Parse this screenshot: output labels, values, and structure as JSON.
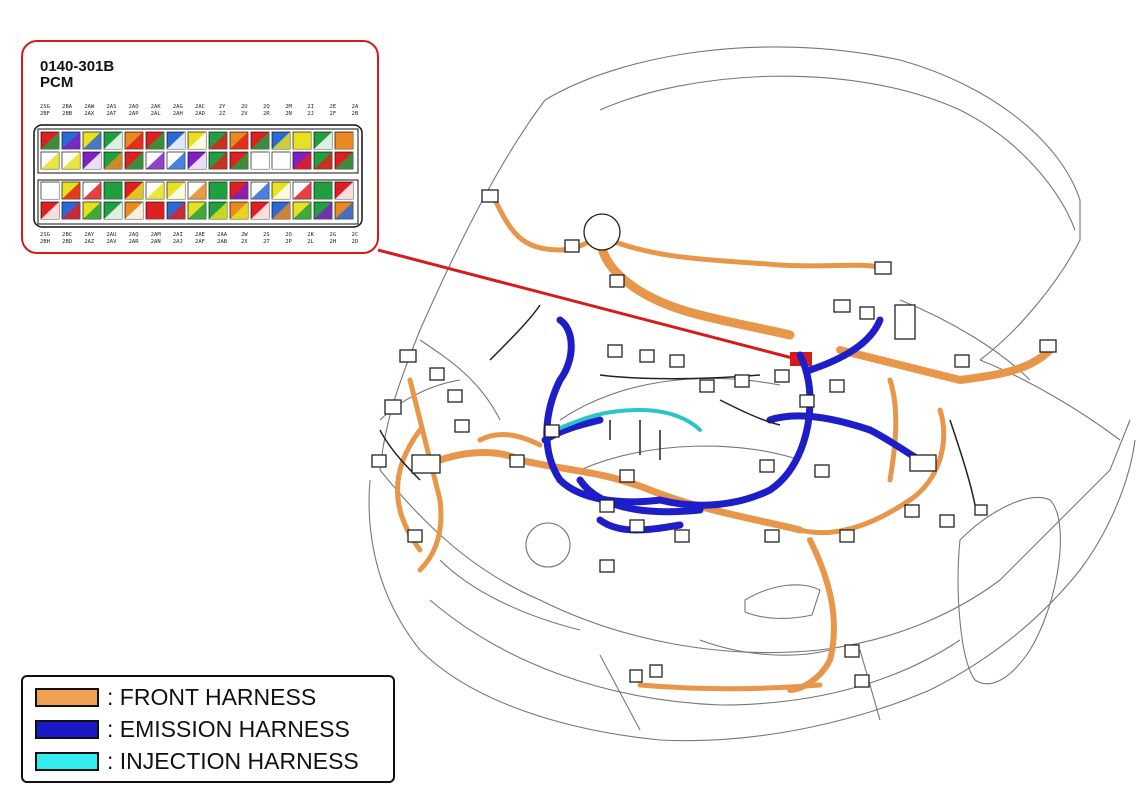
{
  "callout": {
    "code": "0140-301B",
    "name": "PCM",
    "top_pins": [
      "2SG",
      "2BA",
      "2AW",
      "2AS",
      "2AO",
      "2AK",
      "2AG",
      "2AC",
      "2Y",
      "2U",
      "2Q",
      "2M",
      "2I",
      "2E",
      "2A"
    ],
    "top_pins2": [
      "2BF",
      "2BB",
      "2AX",
      "2AT",
      "2AP",
      "2AL",
      "2AH",
      "2AD",
      "2Z",
      "2V",
      "2R",
      "2N",
      "2J",
      "2F",
      "2B"
    ],
    "bottom_pins": [
      "2SG",
      "2BC",
      "2AY",
      "2AU",
      "2AQ",
      "2AM",
      "2AI",
      "2AE",
      "2AA",
      "2W",
      "2S",
      "2O",
      "2K",
      "2G",
      "2C"
    ],
    "bottom_pins2": [
      "2BH",
      "2BD",
      "2AZ",
      "2AV",
      "2AR",
      "2AN",
      "2AJ",
      "2AF",
      "2AB",
      "2X",
      "2T",
      "2P",
      "2L",
      "2H",
      "2D"
    ]
  },
  "legend": {
    "items": [
      {
        "label": ": FRONT HARNESS",
        "color": "#f0a050"
      },
      {
        "label": ": EMISSION HARNESS",
        "color": "#1919c8"
      },
      {
        "label": ": INJECTION HARNESS",
        "color": "#33ecec"
      }
    ]
  },
  "colors": {
    "front": "#e8964a",
    "emission": "#1e1ec8",
    "injection": "#2ec4c4",
    "leader": "#d61b1b"
  }
}
